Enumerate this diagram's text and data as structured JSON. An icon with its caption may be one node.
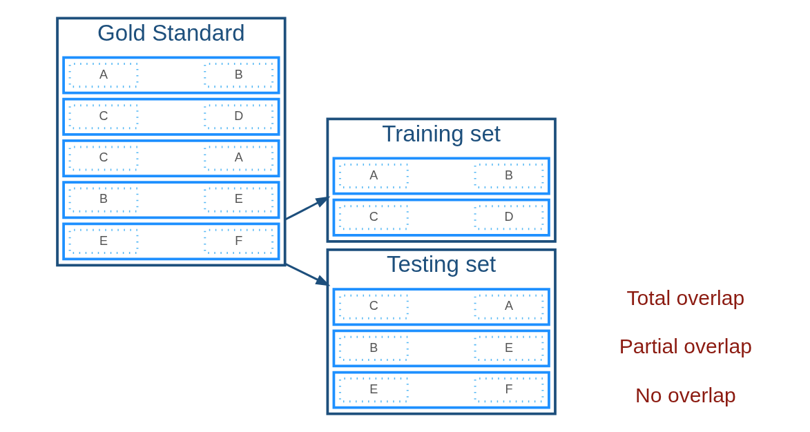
{
  "diagram": {
    "nodes": [
      {
        "text": [
          "Gold Standard"
        ]
      },
      {
        "text": [],
        "shape": "box",
        "in": 0
      },
      {
        "text": [
          "A"
        ],
        "in": 1
      },
      {
        "text": [
          "B"
        ],
        "in": 1
      },
      {
        "text": [],
        "shape": "box",
        "in": 0
      },
      {
        "text": [
          "C"
        ],
        "in": 4
      },
      {
        "text": [
          "D"
        ],
        "in": 4
      },
      {
        "text": [],
        "shape": "box",
        "in": 0
      },
      {
        "text": [
          "C"
        ],
        "in": 7
      },
      {
        "text": [
          "A"
        ],
        "in": 7
      },
      {
        "text": [],
        "shape": "box",
        "in": 0
      },
      {
        "text": [
          "B"
        ],
        "in": 10
      },
      {
        "text": [
          "E"
        ],
        "in": 10
      },
      {
        "text": [],
        "shape": "box",
        "in": 0
      },
      {
        "text": [
          "E"
        ],
        "in": 13
      },
      {
        "text": [
          "F"
        ],
        "in": 13
      },
      {
        "text": [
          "Training set"
        ]
      },
      {
        "text": [],
        "shape": "box",
        "in": 16
      },
      {
        "text": [
          "A"
        ],
        "in": 17
      },
      {
        "text": [
          "B"
        ],
        "in": 17
      },
      {
        "text": [],
        "shape": "box",
        "in": 16
      },
      {
        "text": [
          "C"
        ],
        "in": 20
      },
      {
        "text": [
          "D"
        ],
        "in": 20
      },
      {
        "text": [
          "Testing set"
        ]
      },
      {
        "text": [],
        "shape": "box",
        "in": 23
      },
      {
        "text": [
          "C"
        ],
        "in": 24
      },
      {
        "text": [
          "A"
        ],
        "in": 24
      },
      {
        "text": [],
        "shape": "box",
        "in": 23
      },
      {
        "text": [
          "B"
        ],
        "in": 27
      },
      {
        "text": [
          "E"
        ],
        "in": 27
      },
      {
        "text": [],
        "shape": "box",
        "in": 23
      },
      {
        "text": [
          "E"
        ],
        "in": 30
      },
      {
        "text": [
          "F"
        ],
        "in": 30
      }
    ],
    "edges": [
      {
        "from": 0,
        "to": 16,
        "arrow": "to"
      },
      {
        "from": 0,
        "to": 23,
        "arrow": "to"
      }
    ],
    "labels": [
      "Total overlap",
      "Partial overlap",
      "No overlap"
    ]
  }
}
